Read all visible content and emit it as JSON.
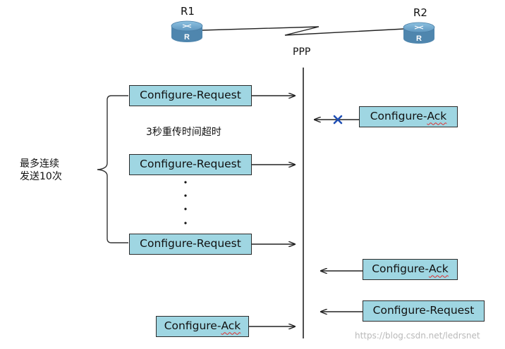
{
  "topology": {
    "router1_label": "R1",
    "router2_label": "R2",
    "link_label": "PPP"
  },
  "left": {
    "messages": [
      "Configure-Request",
      "Configure-Request",
      "Configure-Request"
    ],
    "timeout_note": "3秒重传时间超时",
    "brace_note_line1": "最多连续",
    "brace_note_line2": "发送10次",
    "final_message_prefix": "Configure-",
    "final_message_suffix": "Ack"
  },
  "right": {
    "lost_ack_prefix": "Configure-",
    "lost_ack_suffix": "Ack",
    "ack_prefix": "Configure-",
    "ack_suffix": "Ack",
    "request": "Configure-Request"
  },
  "watermark": "https://blog.csdn.net/ledrsnet",
  "colors": {
    "box_fill": "#9fd6e2",
    "router_fill": "#6aa3c8",
    "lost_marker": "#1f4fb4",
    "spellcheck_underline": "#e03030"
  }
}
